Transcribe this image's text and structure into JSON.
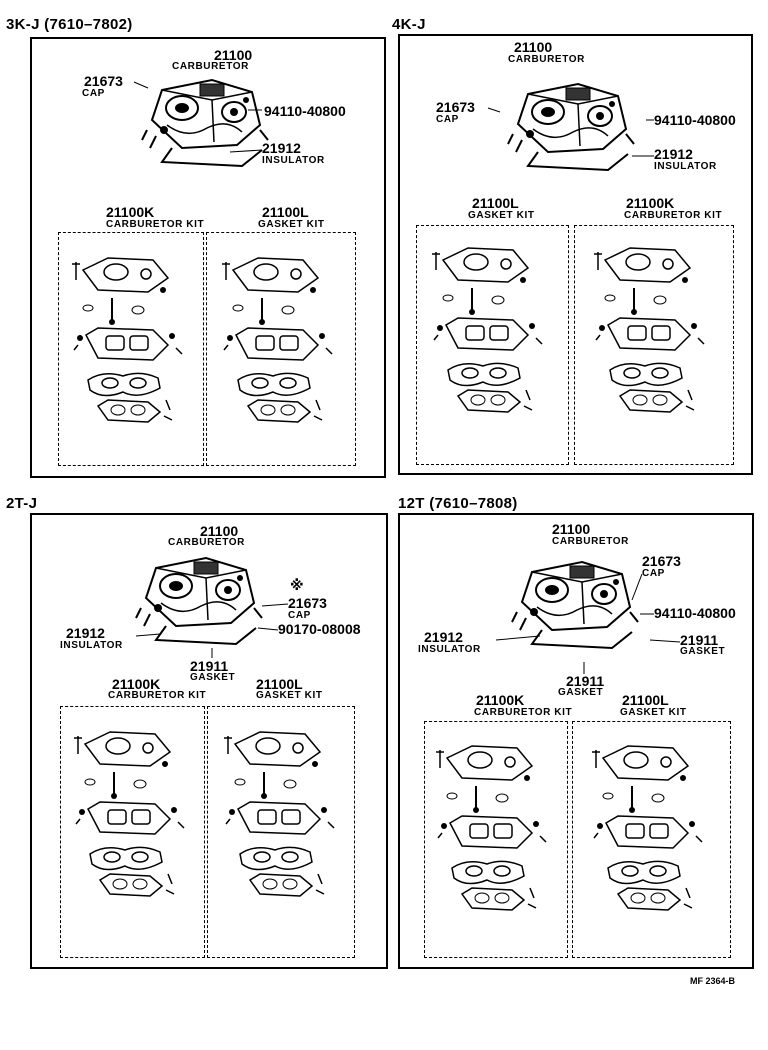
{
  "sections": [
    {
      "title": "3K-J (7610–7802)",
      "parts": [
        {
          "num": "21100",
          "name": "CARBURETOR"
        },
        {
          "num": "21673",
          "name": "CAP"
        },
        {
          "num": "94110-40800"
        },
        {
          "num": "21912",
          "name": "INSULATOR"
        }
      ],
      "kits": [
        {
          "num": "21100K",
          "name": "CARBURETOR KIT"
        },
        {
          "num": "21100L",
          "name": "GASKET KIT"
        }
      ]
    },
    {
      "title": "4K-J",
      "parts": [
        {
          "num": "21100",
          "name": "CARBURETOR"
        },
        {
          "num": "21673",
          "name": "CAP"
        },
        {
          "num": "94110-40800"
        },
        {
          "num": "21912",
          "name": "INSULATOR"
        }
      ],
      "kits": [
        {
          "num": "21100L",
          "name": "GASKET KIT"
        },
        {
          "num": "21100K",
          "name": "CARBURETOR KIT"
        }
      ]
    },
    {
      "title": "2T-J",
      "parts": [
        {
          "num": "21100",
          "name": "CARBURETOR"
        },
        {
          "num": "※"
        },
        {
          "num": "21673",
          "name": "CAP"
        },
        {
          "num": "90170-08008"
        },
        {
          "num": "21912",
          "name": "INSULATOR"
        },
        {
          "num": "21911",
          "name": "GASKET"
        }
      ],
      "kits": [
        {
          "num": "21100K",
          "name": "CARBURETOR KIT"
        },
        {
          "num": "21100L",
          "name": "GASKET KIT"
        }
      ]
    },
    {
      "title": "12T (7610–7808)",
      "parts": [
        {
          "num": "21100",
          "name": "CARBURETOR"
        },
        {
          "num": "21673",
          "name": "CAP"
        },
        {
          "num": "94110-40800"
        },
        {
          "num": "21912",
          "name": "INSULATOR"
        },
        {
          "num": "21911",
          "name": "GASKET"
        },
        {
          "num": "21911",
          "name": "GASKET"
        }
      ],
      "kits": [
        {
          "num": "21100K",
          "name": "CARBURETOR KIT"
        },
        {
          "num": "21100L",
          "name": "GASKET KIT"
        }
      ]
    }
  ],
  "footer": "MF 2364-B"
}
